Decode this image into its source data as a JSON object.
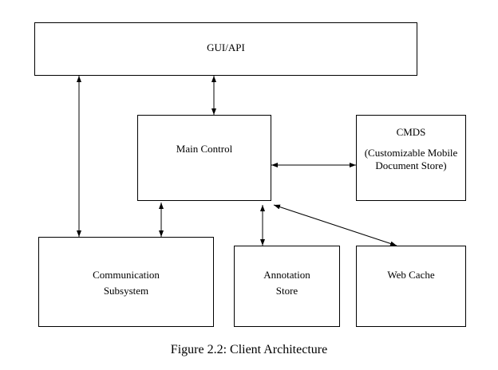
{
  "diagram": {
    "boxes": {
      "gui_api": {
        "label": "GUI/API"
      },
      "main_control": {
        "label": "Main Control"
      },
      "cmds": {
        "title": "CMDS",
        "subtitle_line1": "(Customizable Mobile",
        "subtitle_line2": "Document Store)"
      },
      "communication": {
        "line1": "Communication",
        "line2": "Subsystem"
      },
      "annotation": {
        "line1": "Annotation",
        "line2": "Store"
      },
      "web_cache": {
        "label": "Web Cache"
      }
    },
    "connections": [
      {
        "from": "GUI/API",
        "to": "Communication Subsystem",
        "arrows": "both"
      },
      {
        "from": "GUI/API",
        "to": "Main Control",
        "arrows": "both"
      },
      {
        "from": "Main Control",
        "to": "CMDS",
        "arrows": "both"
      },
      {
        "from": "Main Control",
        "to": "Communication Subsystem",
        "arrows": "both"
      },
      {
        "from": "Main Control",
        "to": "Annotation Store",
        "arrows": "both"
      },
      {
        "from": "Main Control",
        "to": "Web Cache",
        "arrows": "both"
      }
    ]
  },
  "caption": "Figure 2.2: Client Architecture"
}
